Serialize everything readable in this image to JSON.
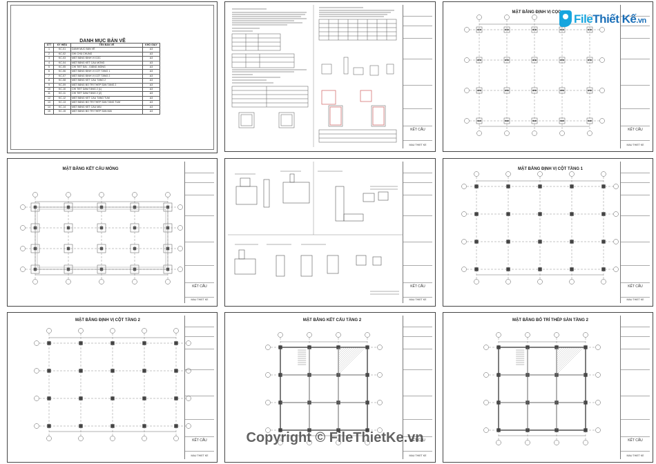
{
  "logo": {
    "part1": "File",
    "part2": "Thiết Kế",
    "part3": ".vn"
  },
  "watermark": "Copyright © FileThietKe.vn",
  "index_sheet": {
    "title": "DANH MỤC BẢN VẼ",
    "headers": [
      "STT",
      "KÝ HIỆU",
      "TÊN BẢN VẼ",
      "KHỔ GIẤY"
    ],
    "rows": [
      [
        "1",
        "KC-01",
        "DANH MỤC BẢN VẼ",
        "A3"
      ],
      [
        "2",
        "KC-02",
        "GHI CHÚ CHUNG",
        "A3"
      ],
      [
        "3",
        "KC-03",
        "MẶT BẰNG ĐỊNH VỊ CỌC",
        "A3"
      ],
      [
        "4",
        "KC-04",
        "MẶT BẰNG KẾT CẤU MÓNG",
        "A3"
      ],
      [
        "5",
        "KC-05",
        "CHI TIẾT ĐÀI - GIẰNG MÓNG",
        "A3"
      ],
      [
        "6",
        "KC-06",
        "MẶT BẰNG ĐỊNH VỊ CỘT TẦNG 1",
        "A3"
      ],
      [
        "7",
        "KC-07",
        "MẶT BẰNG ĐỊNH VỊ CỘT TẦNG 2",
        "A3"
      ],
      [
        "8",
        "KC-08",
        "MẶT BẰNG KẾT CẤU TẦNG 2",
        "A3"
      ],
      [
        "9",
        "KC-09",
        "MẶT BẰNG BỐ TRÍ THÉP SÀN TẦNG 2",
        "A3"
      ],
      [
        "10",
        "KC-10",
        "CHI TIẾT DẦM TẦNG 2 (1)",
        "A3"
      ],
      [
        "11",
        "KC-11",
        "CHI TIẾT DẦM TẦNG 2 (2)",
        "A3"
      ],
      [
        "12",
        "KC-12",
        "MẶT BẰNG KẾT CẤU TẦNG TUM",
        "A3"
      ],
      [
        "13",
        "KC-13",
        "MẶT BẰNG BỐ TRÍ THÉP SÀN TẦNG TUM",
        "A3"
      ],
      [
        "14",
        "KC-14",
        "MẶT BẰNG KẾT CẤU MÁI",
        "A3"
      ],
      [
        "15",
        "KC-15",
        "MẶT BẰNG BỐ TRÍ THÉP SÀN MÁI",
        "A3"
      ]
    ]
  },
  "sheet_titles": {
    "s3": "MẶT BẰNG ĐỊNH VỊ CỌC",
    "s4": "MẶT BẰNG KẾT CẤU MÓNG",
    "s6": "MẶT BẰNG ĐỊNH VỊ CỘT TẦNG 1",
    "s7": "MẶT BẰNG ĐỊNH VỊ CỘT TẦNG 2",
    "s8": "MẶT BẰNG KẾT CẤU TẦNG 2",
    "s9": "MẶT BẰNG BỐ TRÍ THÉP SÀN TẦNG 2"
  },
  "title_block": {
    "label": "KẾT CẤU",
    "code": "MAU THIET KE"
  }
}
